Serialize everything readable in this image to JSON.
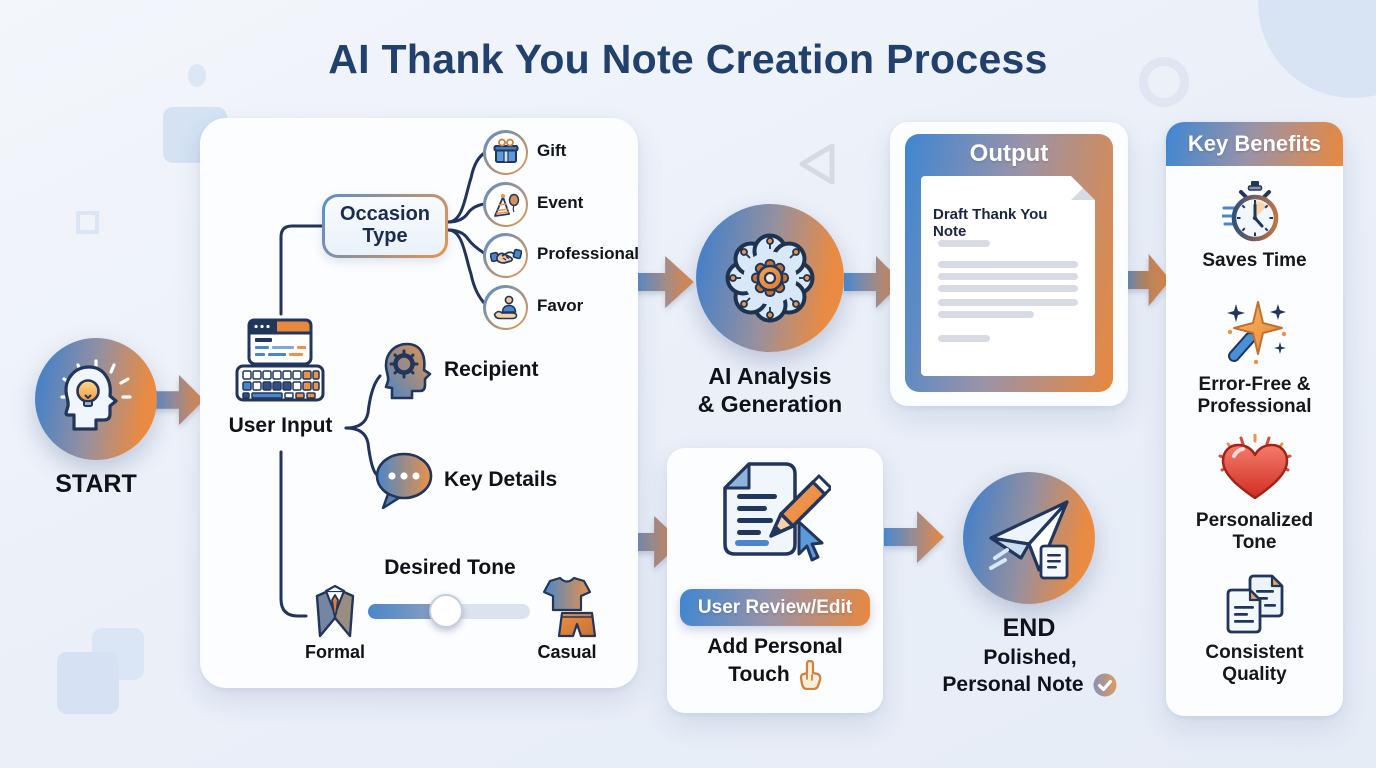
{
  "title": "AI Thank You Note Creation Process",
  "colors": {
    "blue": "#3f86d2",
    "orange": "#e8883e",
    "navy": "#22355b",
    "title-navy": "#21406b",
    "text-dark": "#0f1319",
    "heart-red": "#d6352a"
  },
  "start": {
    "label": "START"
  },
  "input_panel": {
    "occasion_box": {
      "lines": [
        "Occasion",
        "Type"
      ]
    },
    "occasions": [
      {
        "label": "Gift",
        "icon": "gift-icon"
      },
      {
        "label": "Event",
        "icon": "party-icon"
      },
      {
        "label": "Professional",
        "icon": "handshake-icon"
      },
      {
        "label": "Favor",
        "icon": "favor-icon"
      }
    ],
    "user_input_label": "User Input",
    "recipient_label": "Recipient",
    "key_details_label": "Key Details",
    "tone": {
      "title": "Desired Tone",
      "left": "Formal",
      "right": "Casual",
      "value_pct": 48
    }
  },
  "ai_step": {
    "lines": [
      "AI Analysis",
      "& Generation"
    ]
  },
  "output_panel": {
    "header": "Output",
    "doc_title": "Draft Thank You Note"
  },
  "review_panel": {
    "badge": "User Review/Edit",
    "caption_lines": [
      "Add Personal",
      "Touch"
    ]
  },
  "end_step": {
    "label": "END",
    "caption_lines": [
      "Polished,",
      "Personal Note"
    ]
  },
  "benefits_panel": {
    "header": "Key Benefits",
    "items": [
      {
        "lines": [
          "Saves Time",
          ""
        ],
        "icon": "stopwatch-icon"
      },
      {
        "lines": [
          "Error-Free &",
          "Professional"
        ],
        "icon": "magic-wand-icon"
      },
      {
        "lines": [
          "Personalized",
          "Tone"
        ],
        "icon": "heart-icon"
      },
      {
        "lines": [
          "Consistent",
          "Quality"
        ],
        "icon": "documents-icon"
      }
    ]
  }
}
